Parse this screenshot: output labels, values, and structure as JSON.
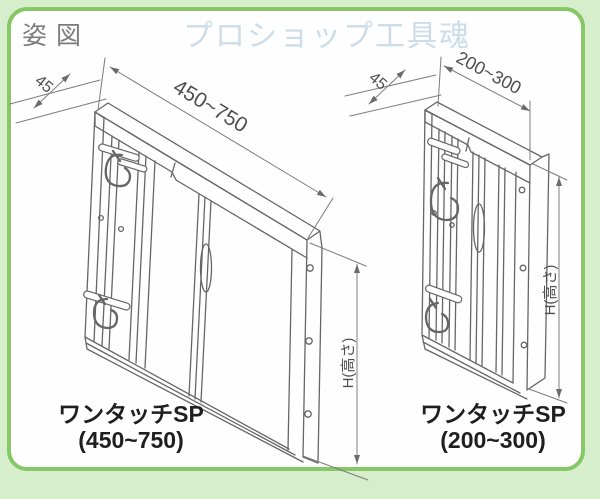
{
  "page": {
    "title": "姿図",
    "watermark": "プロショップ工具魂"
  },
  "left_drawing": {
    "name": "ワンタッチSP",
    "range": "(450~750)",
    "dims": {
      "depth": "45",
      "width": "450~750",
      "height": "H(高さ)"
    }
  },
  "right_drawing": {
    "name": "ワンタッチSP",
    "range": "(200~300)",
    "dims": {
      "depth": "45",
      "width": "200~300",
      "height": "H(高さ)"
    }
  },
  "colors": {
    "background": "#d6eecb",
    "panel_border": "#86c766",
    "panel_fill": "#fefefe",
    "line_art": "#666666",
    "title_gray": "#7c7c7c",
    "watermark_blue": "#ccdde9",
    "label_text": "#1f1f1f"
  }
}
